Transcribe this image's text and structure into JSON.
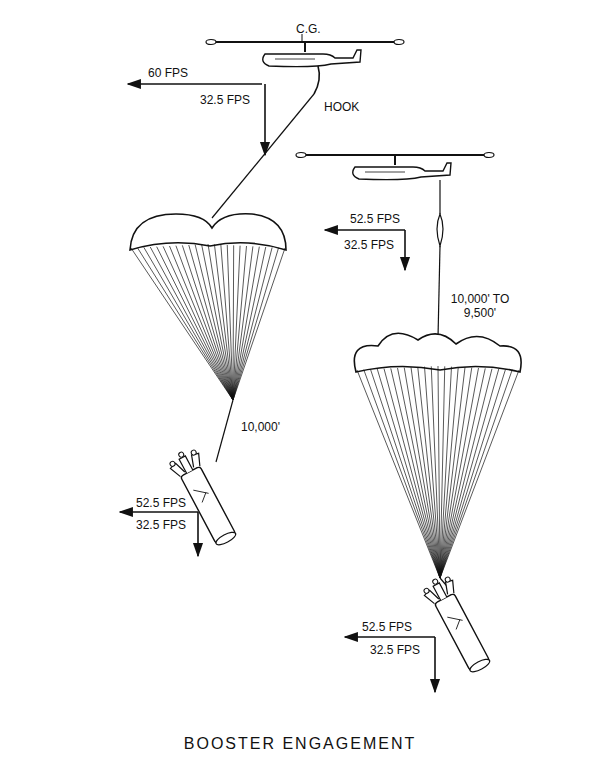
{
  "diagram": {
    "title": "BOOSTER ENGAGEMENT",
    "labels": [
      "C.G.",
      "60 FPS",
      "32.5 FPS",
      "HOOK",
      "10,000'",
      "52.5 FPS",
      "32.5 FPS",
      "52.5 FPS",
      "32.5 FPS",
      "10,000' TO 9,500'",
      "52.5 FPS",
      "32.5 FPS"
    ]
  }
}
